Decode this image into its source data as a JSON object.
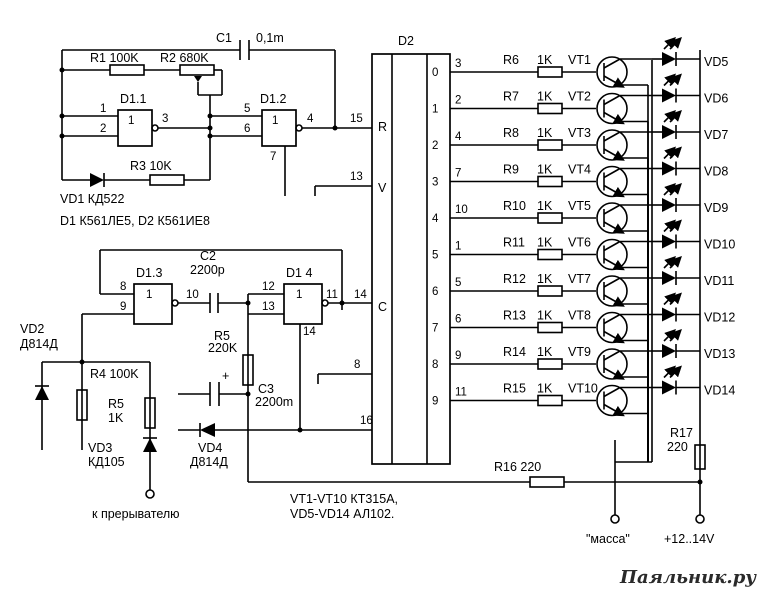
{
  "chips": {
    "d2": "D2",
    "d11": "D1.1",
    "d12": "D1.2",
    "d13": "D1.3",
    "d14": "D1 4",
    "types": "D1 К561ЛЕ5, D2 К561ИЕ8"
  },
  "components": {
    "c1": "C1",
    "c1_value": "0,1m",
    "r1": "R1 100K",
    "r2": "R2 680K",
    "r3": "R3 10K",
    "vd1": "VD1 КД522",
    "c2": "C2",
    "c2_value": "2200p",
    "r5a": "R5",
    "r5a_value": "220K",
    "vd2": "VD2",
    "vd2_type": "Д814Д",
    "r4": "R4 100K",
    "r5b": "R5",
    "r5b_value": "1K",
    "vd3": "VD3",
    "vd3_type": "КД105",
    "c3": "C3",
    "c3_value": "2200m",
    "c3_polarity": "+",
    "vd4": "VD4",
    "vd4_type": "Д814Д",
    "r16": "R16 220",
    "r17": "R17",
    "r17_value": "220"
  },
  "pins": {
    "p1": "1",
    "p2": "2",
    "p3": "3",
    "p4": "4",
    "p5": "5",
    "p6": "6",
    "p7": "7",
    "p8": "8",
    "p9": "9",
    "p10": "10",
    "p11": "11",
    "p12": "12",
    "p13": "13",
    "p14": "14",
    "p15": "15",
    "p13b": "13",
    "p14b": "14",
    "p8b": "8",
    "p16": "16",
    "R": "R",
    "V": "V",
    "C": "C"
  },
  "outputs": [
    {
      "q": "0",
      "pin": "3",
      "r": "R6",
      "rv": "1K",
      "vt": "VT1",
      "vd": "VD5"
    },
    {
      "q": "1",
      "pin": "2",
      "r": "R7",
      "rv": "1K",
      "vt": "VT2",
      "vd": "VD6"
    },
    {
      "q": "2",
      "pin": "4",
      "r": "R8",
      "rv": "1K",
      "vt": "VT3",
      "vd": "VD7"
    },
    {
      "q": "3",
      "pin": "7",
      "r": "R9",
      "rv": "1K",
      "vt": "VT4",
      "vd": "VD8"
    },
    {
      "q": "4",
      "pin": "10",
      "r": "R10",
      "rv": "1K",
      "vt": "VT5",
      "vd": "VD9"
    },
    {
      "q": "5",
      "pin": "1",
      "r": "R11",
      "rv": "1K",
      "vt": "VT6",
      "vd": "VD10"
    },
    {
      "q": "6",
      "pin": "5",
      "r": "R12",
      "rv": "1K",
      "vt": "VT7",
      "vd": "VD11"
    },
    {
      "q": "7",
      "pin": "6",
      "r": "R13",
      "rv": "1K",
      "vt": "VT8",
      "vd": "VD12"
    },
    {
      "q": "8",
      "pin": "9",
      "r": "R14",
      "rv": "1K",
      "vt": "VT9",
      "vd": "VD13"
    },
    {
      "q": "9",
      "pin": "11",
      "r": "R15",
      "rv": "1K",
      "vt": "VT10",
      "vd": "VD14"
    }
  ],
  "terminals": {
    "breaker": "к прерывателю",
    "ground": "\"масса\"",
    "supply": "+12..14V"
  },
  "notes": {
    "transistors": "VT1-VT10 КТ315А,",
    "leds": "VD5-VD14 АЛ102."
  },
  "watermark": "Паяльник.ру"
}
